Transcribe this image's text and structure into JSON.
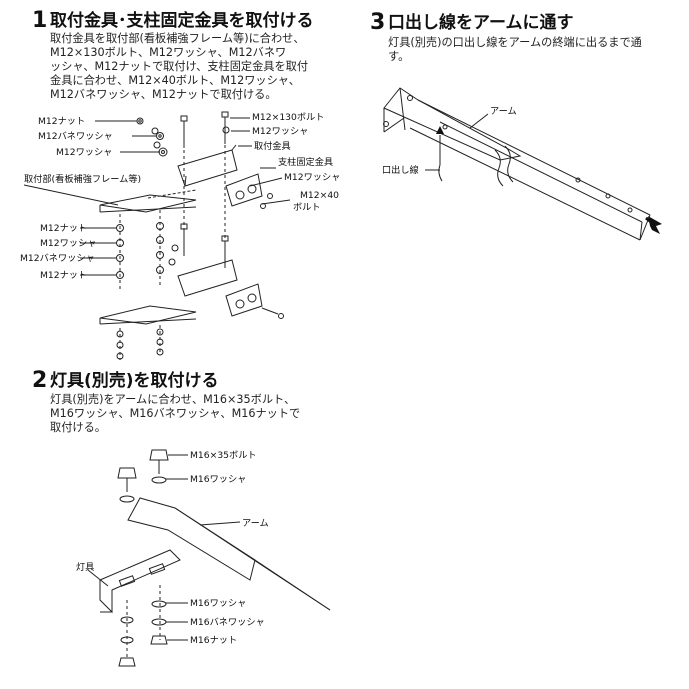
{
  "step1": {
    "number": "1",
    "title": "取付金具･支柱固定金具を取付ける",
    "body": [
      "取付金具を取付部(看板補強フレーム等)に合わせ、",
      "M12×130ボルト、M12ワッシャ、M12バネワ",
      "ッシャ、M12ナットで取付け、支柱固定金具を取付",
      "金具に合わせ、M12×40ボルト、M12ワッシャ、",
      "M12バネワッシャ、M12ナットで取付ける。"
    ],
    "labels": {
      "nut_top": "M12ナット",
      "spring_washer_top": "M12バネワッシャ",
      "washer_top": "M12ワッシャ",
      "bolt130": "M12×130ボルト",
      "washer_right": "M12ワッシャ",
      "bracket": "取付金具",
      "post_bracket": "支柱固定金具",
      "washer_right2": "M12ワッシャ",
      "bolt40_a": "M12×40",
      "bolt40_b": "ボルト",
      "mount": "取付部(看板補強フレーム等)",
      "nut_mid": "M12ナット",
      "washer_mid": "M12ワッシャ",
      "spring_washer_mid": "M12バネワッシャ",
      "nut_low": "M12ナット"
    }
  },
  "step2": {
    "number": "2",
    "title": "灯具(別売)を取付ける",
    "body": [
      "灯具(別売)をアームに合わせ、M16×35ボルト、",
      "M16ワッシャ、M16バネワッシャ、M16ナットで",
      "取付ける。"
    ],
    "labels": {
      "bolt35": "M16×35ボルト",
      "washer_top": "M16ワッシャ",
      "arm": "アーム",
      "lamp": "灯具",
      "washer_low": "M16ワッシャ",
      "spring_washer": "M16バネワッシャ",
      "nut": "M16ナット"
    }
  },
  "step3": {
    "number": "3",
    "title": "口出し線をアームに通す",
    "body": [
      "灯具(別売)の口出し線をアームの終端に出るまで通",
      "す。"
    ],
    "labels": {
      "arm": "アーム",
      "lead_wire": "口出し線"
    }
  }
}
